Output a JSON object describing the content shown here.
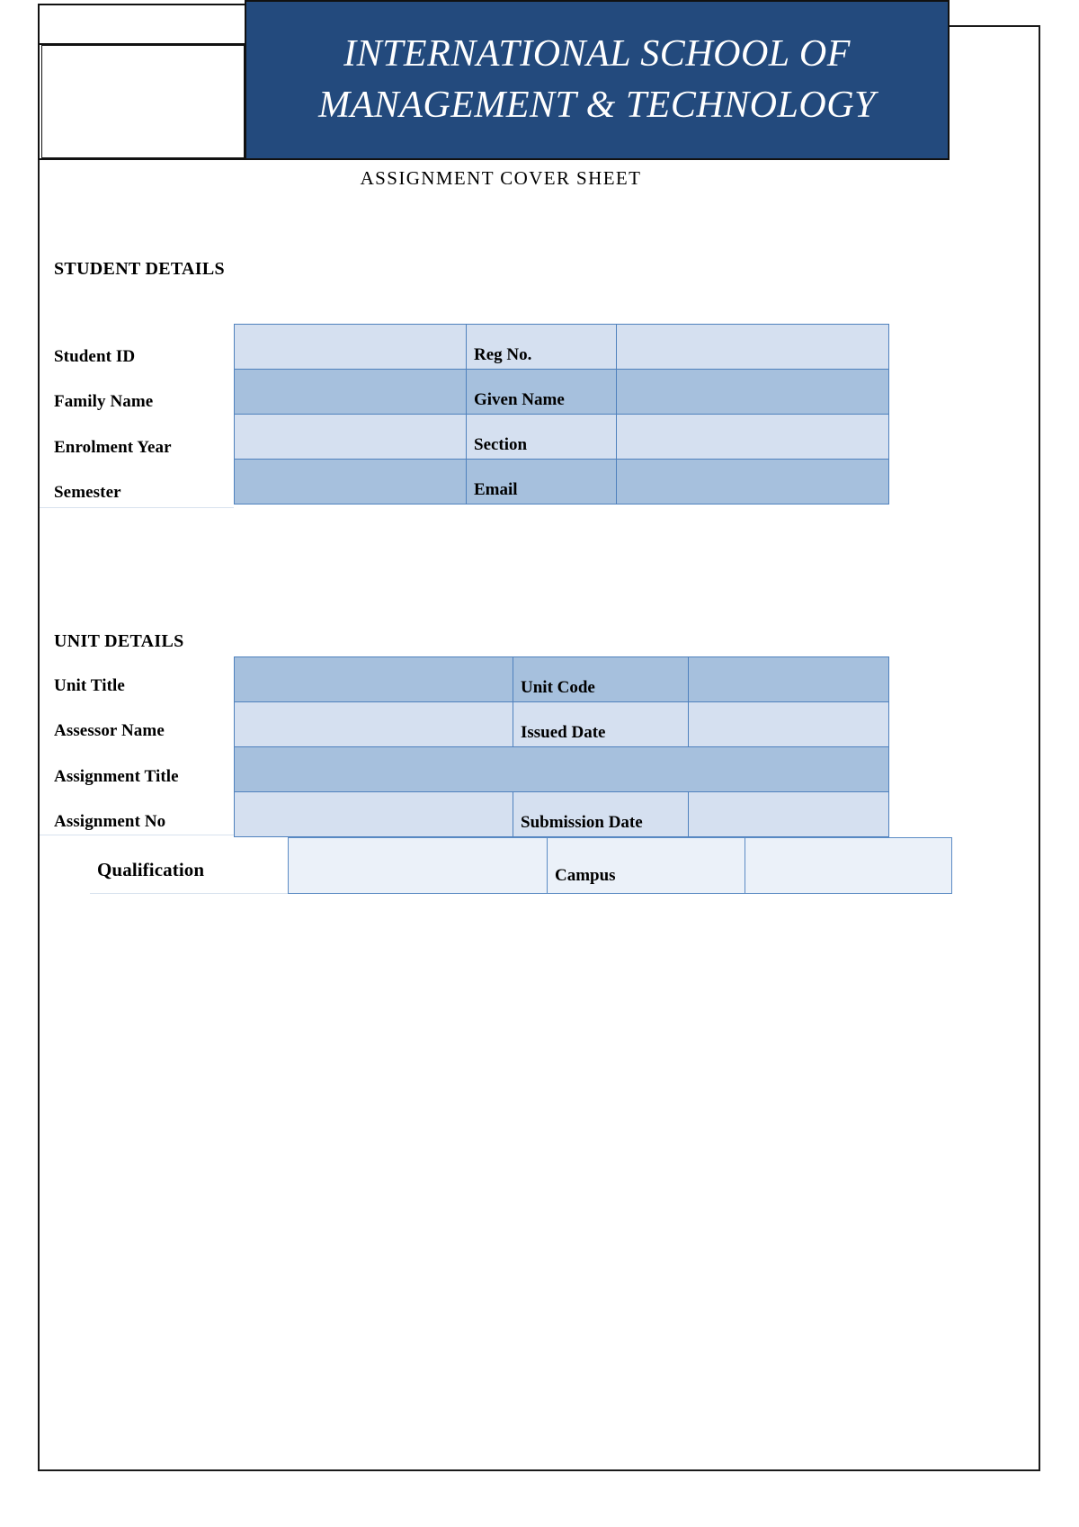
{
  "page": {
    "background_color": "#ffffff",
    "border_color": "#1a1a1a"
  },
  "header": {
    "banner_color": "#234A7D",
    "school_name": "INTERNATIONAL SCHOOL OF MANAGEMENT & TECHNOLOGY",
    "logo_placeholder": "logo-box"
  },
  "title": "ASSIGNMENT COVER SHEET",
  "sections": {
    "student": {
      "heading": "STUDENT DETAILS",
      "rows": [
        {
          "label": "Student ID",
          "mid_label": "Reg No.",
          "value_left": "",
          "value_right": "",
          "shade": "light"
        },
        {
          "label": "Family Name",
          "mid_label": "Given Name",
          "value_left": "",
          "value_right": "",
          "shade": "medium"
        },
        {
          "label": "Enrolment Year",
          "mid_label": "Section",
          "value_left": "",
          "value_right": "",
          "shade": "light"
        },
        {
          "label": "Semester",
          "mid_label": "Email",
          "value_left": "",
          "value_right": "",
          "shade": "medium"
        }
      ]
    },
    "unit": {
      "heading": "UNIT DETAILS",
      "rows": [
        {
          "label": "Unit Title",
          "mid_label": "Unit Code",
          "value_left": "",
          "value_right": "",
          "shade": "medium"
        },
        {
          "label": "Assessor Name",
          "mid_label": "Issued Date",
          "value_left": "",
          "value_right": "",
          "shade": "light"
        },
        {
          "label": "Assignment Title",
          "mid_label": "",
          "value_left": "",
          "value_right": "",
          "shade": "medium"
        },
        {
          "label": "Assignment No",
          "mid_label": "Submission Date",
          "value_left": "",
          "value_right": "",
          "shade": "light"
        }
      ]
    },
    "qualification": {
      "label": "Qualification",
      "mid_label": "Campus",
      "value_left": "",
      "value_right": "",
      "shade": "pale"
    }
  },
  "colors": {
    "cell_light": "#D5E0F0",
    "cell_medium": "#A6C0DD",
    "cell_pale": "#EBF1F9",
    "cell_border": "#4F81BD",
    "banner": "#234A7D"
  }
}
